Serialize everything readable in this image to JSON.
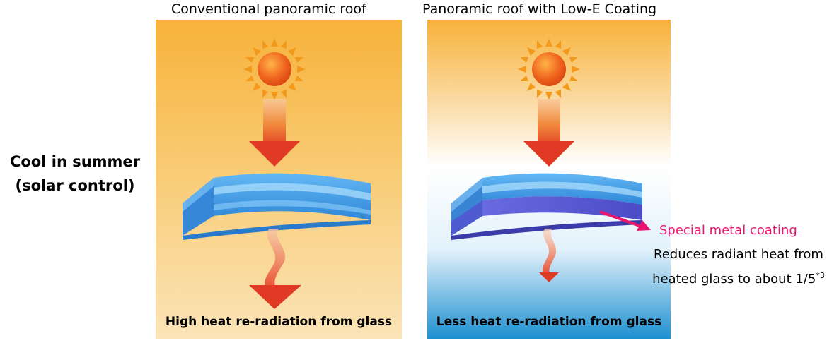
{
  "side_label": {
    "line1": "Cool in summer",
    "line2": "(solar control)"
  },
  "left_panel": {
    "title": "Conventional panoramic roof",
    "caption": "High heat re-radiation from glass"
  },
  "right_panel": {
    "title": "Panoramic roof with Low-E Coating",
    "caption": "Less heat re-radiation from glass",
    "coating_label": "Special metal coating",
    "coating_desc_line1": "Reduces radiant heat from",
    "coating_desc_line2": "heated glass to about 1/5",
    "coating_desc_sup": "*3"
  },
  "colors": {
    "warm_top": "#f7b23a",
    "warm_bottom": "#fbe4b8",
    "cool_bottom": "#1d8fcf",
    "accent_pink": "#e8166f",
    "arrow_red": "#e03a25",
    "glass_blue": "#3d9be8",
    "coating_purple": "#5a5ad6"
  },
  "icons": [
    "sun-icon",
    "down-arrow-icon",
    "glass-pane-icon",
    "heat-wave-icon",
    "pointer-arrow-icon"
  ]
}
